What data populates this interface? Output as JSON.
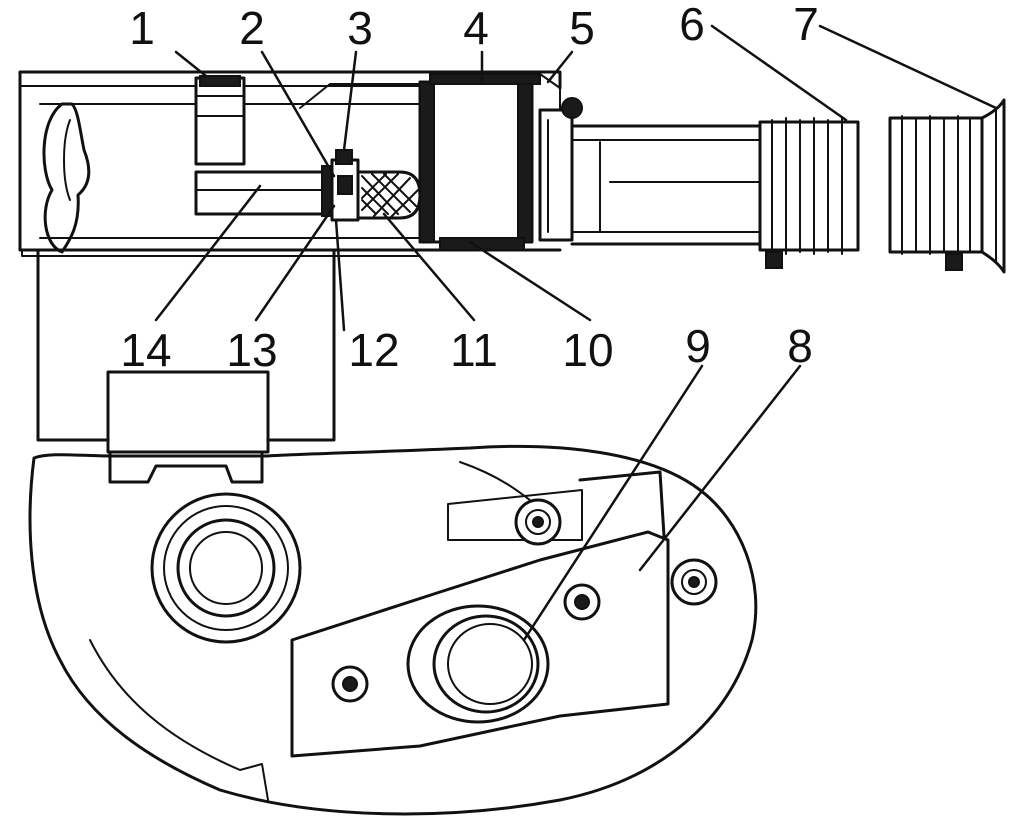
{
  "colors": {
    "ink": "#111111",
    "paper": "#ffffff"
  },
  "callouts": [
    {
      "id": "c1",
      "label": "1"
    },
    {
      "id": "c2",
      "label": "2"
    },
    {
      "id": "c3",
      "label": "3"
    },
    {
      "id": "c4",
      "label": "4"
    },
    {
      "id": "c5",
      "label": "5"
    },
    {
      "id": "c6",
      "label": "6"
    },
    {
      "id": "c7",
      "label": "7"
    },
    {
      "id": "c8",
      "label": "8"
    },
    {
      "id": "c9",
      "label": "9"
    },
    {
      "id": "c10",
      "label": "10"
    },
    {
      "id": "c11",
      "label": "11"
    },
    {
      "id": "c12",
      "label": "12"
    },
    {
      "id": "c13",
      "label": "13"
    },
    {
      "id": "c14",
      "label": "14"
    }
  ]
}
